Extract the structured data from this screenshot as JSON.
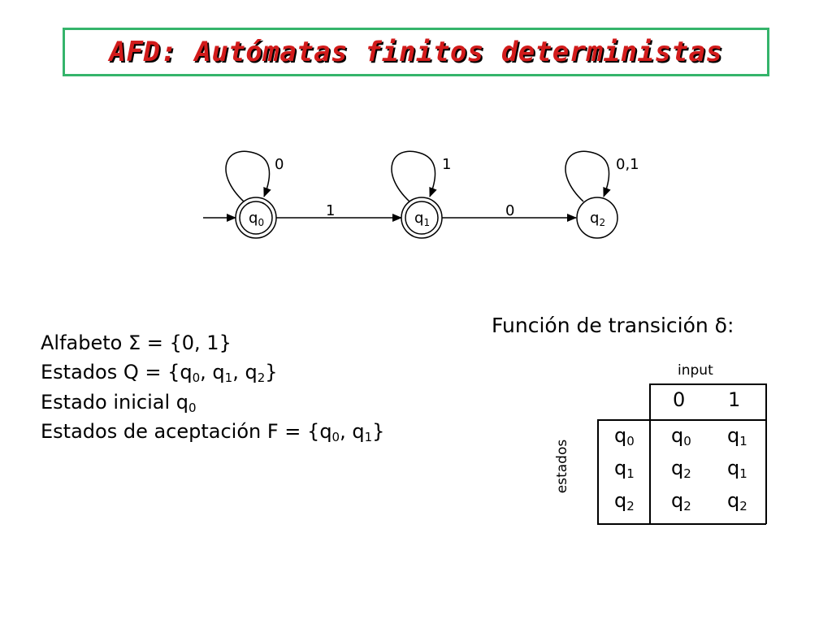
{
  "title": "AFD: Autómatas finitos deterministas",
  "diagram": {
    "states": [
      {
        "id": "q0",
        "label": "q",
        "sub": "0",
        "accepting": true,
        "initial": true
      },
      {
        "id": "q1",
        "label": "q",
        "sub": "1",
        "accepting": true,
        "initial": false
      },
      {
        "id": "q2",
        "label": "q",
        "sub": "2",
        "accepting": false,
        "initial": false
      }
    ],
    "transitions": [
      {
        "from": "q0",
        "to": "q0",
        "label": "0"
      },
      {
        "from": "q0",
        "to": "q1",
        "label": "1"
      },
      {
        "from": "q1",
        "to": "q1",
        "label": "1"
      },
      {
        "from": "q1",
        "to": "q2",
        "label": "0"
      },
      {
        "from": "q2",
        "to": "q2",
        "label": "0,1"
      }
    ]
  },
  "definitions": {
    "alphabet": {
      "prefix": "Alfabeto ",
      "sigma": "Σ",
      "suffix": " = {0, 1}"
    },
    "states_line": {
      "prefix": "Estados Q = {q",
      "s0": "0",
      "m1": ", q",
      "s1": "1",
      "m2": ", q",
      "s2": "2",
      "end": "}"
    },
    "initial_line": {
      "prefix": "Estado inicial q",
      "sub": "0"
    },
    "accept_line": {
      "prefix": "Estados de aceptación F = {q",
      "s0": "0",
      "mid": ", q",
      "s1": "1",
      "end": "}"
    }
  },
  "transition_table": {
    "title_prefix": "Función de transición ",
    "delta": "δ",
    "title_suffix": ":",
    "input_label": "input",
    "states_label": "estados",
    "columns": [
      "0",
      "1"
    ],
    "rows": [
      {
        "state": {
          "l": "q",
          "s": "0"
        },
        "cells": [
          {
            "l": "q",
            "s": "0"
          },
          {
            "l": "q",
            "s": "1"
          }
        ]
      },
      {
        "state": {
          "l": "q",
          "s": "1"
        },
        "cells": [
          {
            "l": "q",
            "s": "2"
          },
          {
            "l": "q",
            "s": "1"
          }
        ]
      },
      {
        "state": {
          "l": "q",
          "s": "2"
        },
        "cells": [
          {
            "l": "q",
            "s": "2"
          },
          {
            "l": "q",
            "s": "2"
          }
        ]
      }
    ]
  }
}
